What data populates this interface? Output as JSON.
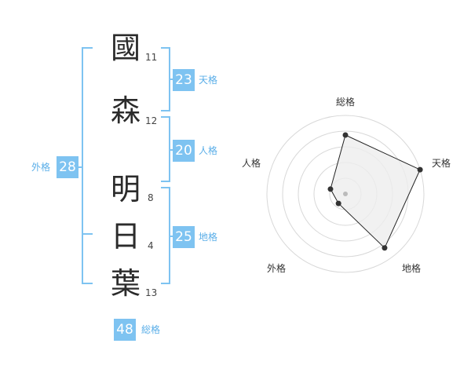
{
  "characters": [
    {
      "char": "國",
      "strokes": "11"
    },
    {
      "char": "森",
      "strokes": "12"
    },
    {
      "char": "明",
      "strokes": "8"
    },
    {
      "char": "日",
      "strokes": "4"
    },
    {
      "char": "葉",
      "strokes": "13"
    }
  ],
  "fortunes": {
    "tenkaku": {
      "value": "23",
      "label": "天格"
    },
    "jinkaku": {
      "value": "20",
      "label": "人格"
    },
    "chikaku": {
      "value": "25",
      "label": "地格"
    },
    "gaikaku": {
      "value": "28",
      "label": "外格"
    },
    "soukaku": {
      "value": "48",
      "label": "総格"
    }
  },
  "colors": {
    "accent": "#7ec3f1",
    "label": "#5aaee8",
    "radar_fill": "#eeeeee"
  },
  "chart_data": {
    "type": "radar",
    "axes": [
      "総格",
      "天格",
      "地格",
      "外格",
      "人格"
    ],
    "values": [
      0.75,
      1.0,
      0.85,
      0.15,
      0.2
    ],
    "rings": 5
  }
}
